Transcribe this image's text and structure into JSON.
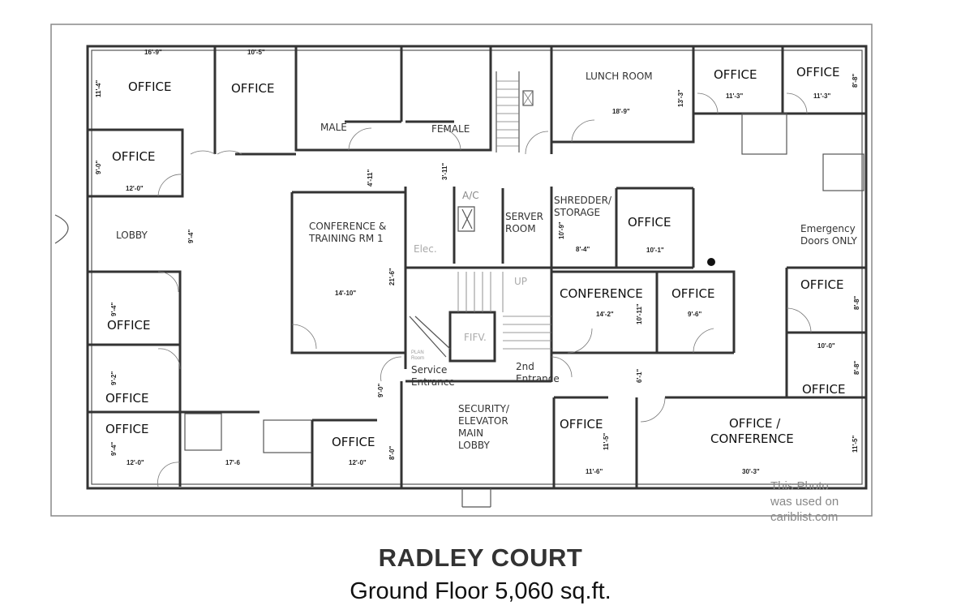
{
  "title": "RADLEY COURT",
  "subtitle": "Ground Floor 5,060 sq.ft.",
  "watermark": [
    "This Photo",
    "was used on",
    "cariblist.com"
  ],
  "rooms": {
    "office_tl": "OFFICE",
    "office_t2": "OFFICE",
    "office_small": "OFFICE",
    "male": "MALE",
    "female": "FEMALE",
    "lunch": "LUNCH ROOM",
    "office_tr1": "OFFICE",
    "office_tr2": "OFFICE",
    "lobby": "LOBBY",
    "conf_training_1": "CONFERENCE &",
    "conf_training_2": "TRAINING RM 1",
    "elec": "Elec.",
    "ac": "A/C",
    "server_1": "SERVER",
    "server_2": "ROOM",
    "shredder_1": "SHREDDER/",
    "shredder_2": "STORAGE",
    "office_mid": "OFFICE",
    "emergency_1": "Emergency",
    "emergency_2": "Doors ONLY",
    "conference": "CONFERENCE",
    "office_conf_side": "OFFICE",
    "office_r1": "OFFICE",
    "office_r2": "OFFICE",
    "up": "UP",
    "elevator": "FIFV.",
    "plan_room_1": "PLAN",
    "plan_room_2": "Room",
    "service_1": "Service",
    "service_2": "Entrance",
    "second_1": "2nd",
    "second_2": "Entrance",
    "office_l1": "OFFICE",
    "office_l2": "OFFICE",
    "office_l3": "OFFICE",
    "office_bottom": "OFFICE",
    "security_1": "SECURITY/",
    "security_2": "ELEVATOR",
    "security_3": "MAIN",
    "security_4": "LOBBY",
    "office_br": "OFFICE",
    "office_conf_1": "OFFICE /",
    "office_conf_2": "CONFERENCE"
  },
  "dimensions": {
    "d1": "16'-9\"",
    "d2": "10'-5\"",
    "d3": "11'-4\"",
    "d4": "9'-0\"",
    "d5": "12'-0\"",
    "d6": "4'-11\"",
    "d7": "3'-11\"",
    "d8": "9'-4\"",
    "d9": "18'-9\"",
    "d10": "13'-3\"",
    "d11": "11'-3\"",
    "d12": "11'-3\"",
    "d13": "8'-8\"",
    "d14": "10'-9\"",
    "d15": "8'-4\"",
    "d16": "10'-1\"",
    "d17": "21'-6\"",
    "d18": "14'-10\"",
    "d19": "14'-2\"",
    "d20": "10'-11\"",
    "d21": "9'-6\"",
    "d22": "8'-8\"",
    "d23": "10'-0\"",
    "d24": "8'-8\"",
    "d25": "9'-4\"",
    "d26": "9'-2\"",
    "d27": "9'-4\"",
    "d28": "12'-0\"",
    "d29": "17'-6",
    "d30": "12'-0\"",
    "d31": "9'-0\"",
    "d32": "8'-0\"",
    "d33": "6'-1\"",
    "d34": "11'-5\"",
    "d35": "11'-6\"",
    "d36": "30'-3\"",
    "d37": "11'-5\""
  }
}
